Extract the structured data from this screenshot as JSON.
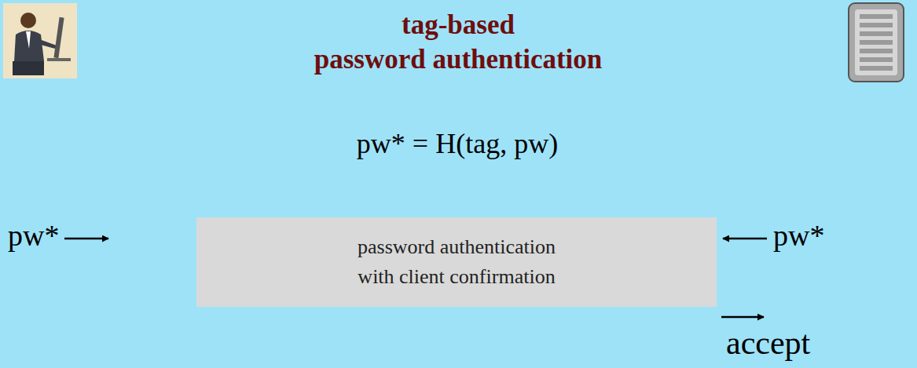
{
  "diagram": {
    "title": "tag-based password authentication",
    "nodes": [
      {
        "text": [
          "password authentication with client confirmation"
        ]
      }
    ],
    "labels": [
      "pw* = H(tag, pw)",
      "pw*",
      "pw*",
      "accept"
    ]
  }
}
